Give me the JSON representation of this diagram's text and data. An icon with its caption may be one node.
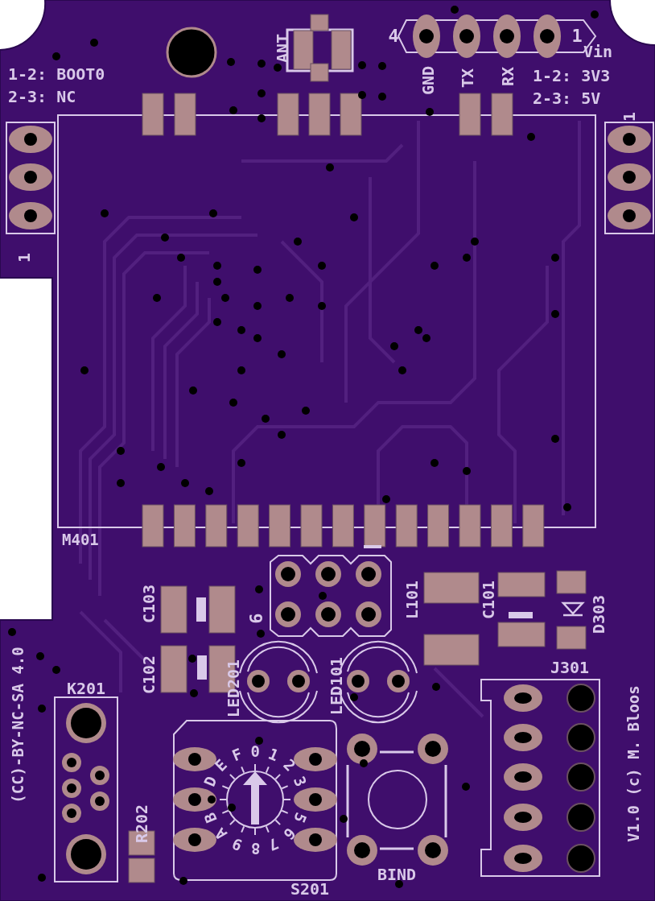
{
  "diagram": {
    "labels": [
      "ANT",
      "4",
      "1",
      "Vin",
      "1-2: BOOT0",
      "2-3: NC",
      "GND",
      "TX",
      "RX",
      "1-2: 3V3",
      "2-3: 5V",
      "1",
      "1",
      "M401",
      "C103",
      "C102",
      "6",
      "LED201",
      "LED101",
      "L101",
      "C101",
      "D303",
      "J301",
      "(CC)-BY-NC-SA 4.0",
      "K201",
      "R202",
      "V1.0 (c) M. Bloos",
      "F",
      "0",
      "1",
      "E",
      "2",
      "D",
      "3",
      "B",
      "5",
      "A",
      "6",
      "9",
      "8",
      "7",
      "BIND",
      "S201"
    ]
  }
}
